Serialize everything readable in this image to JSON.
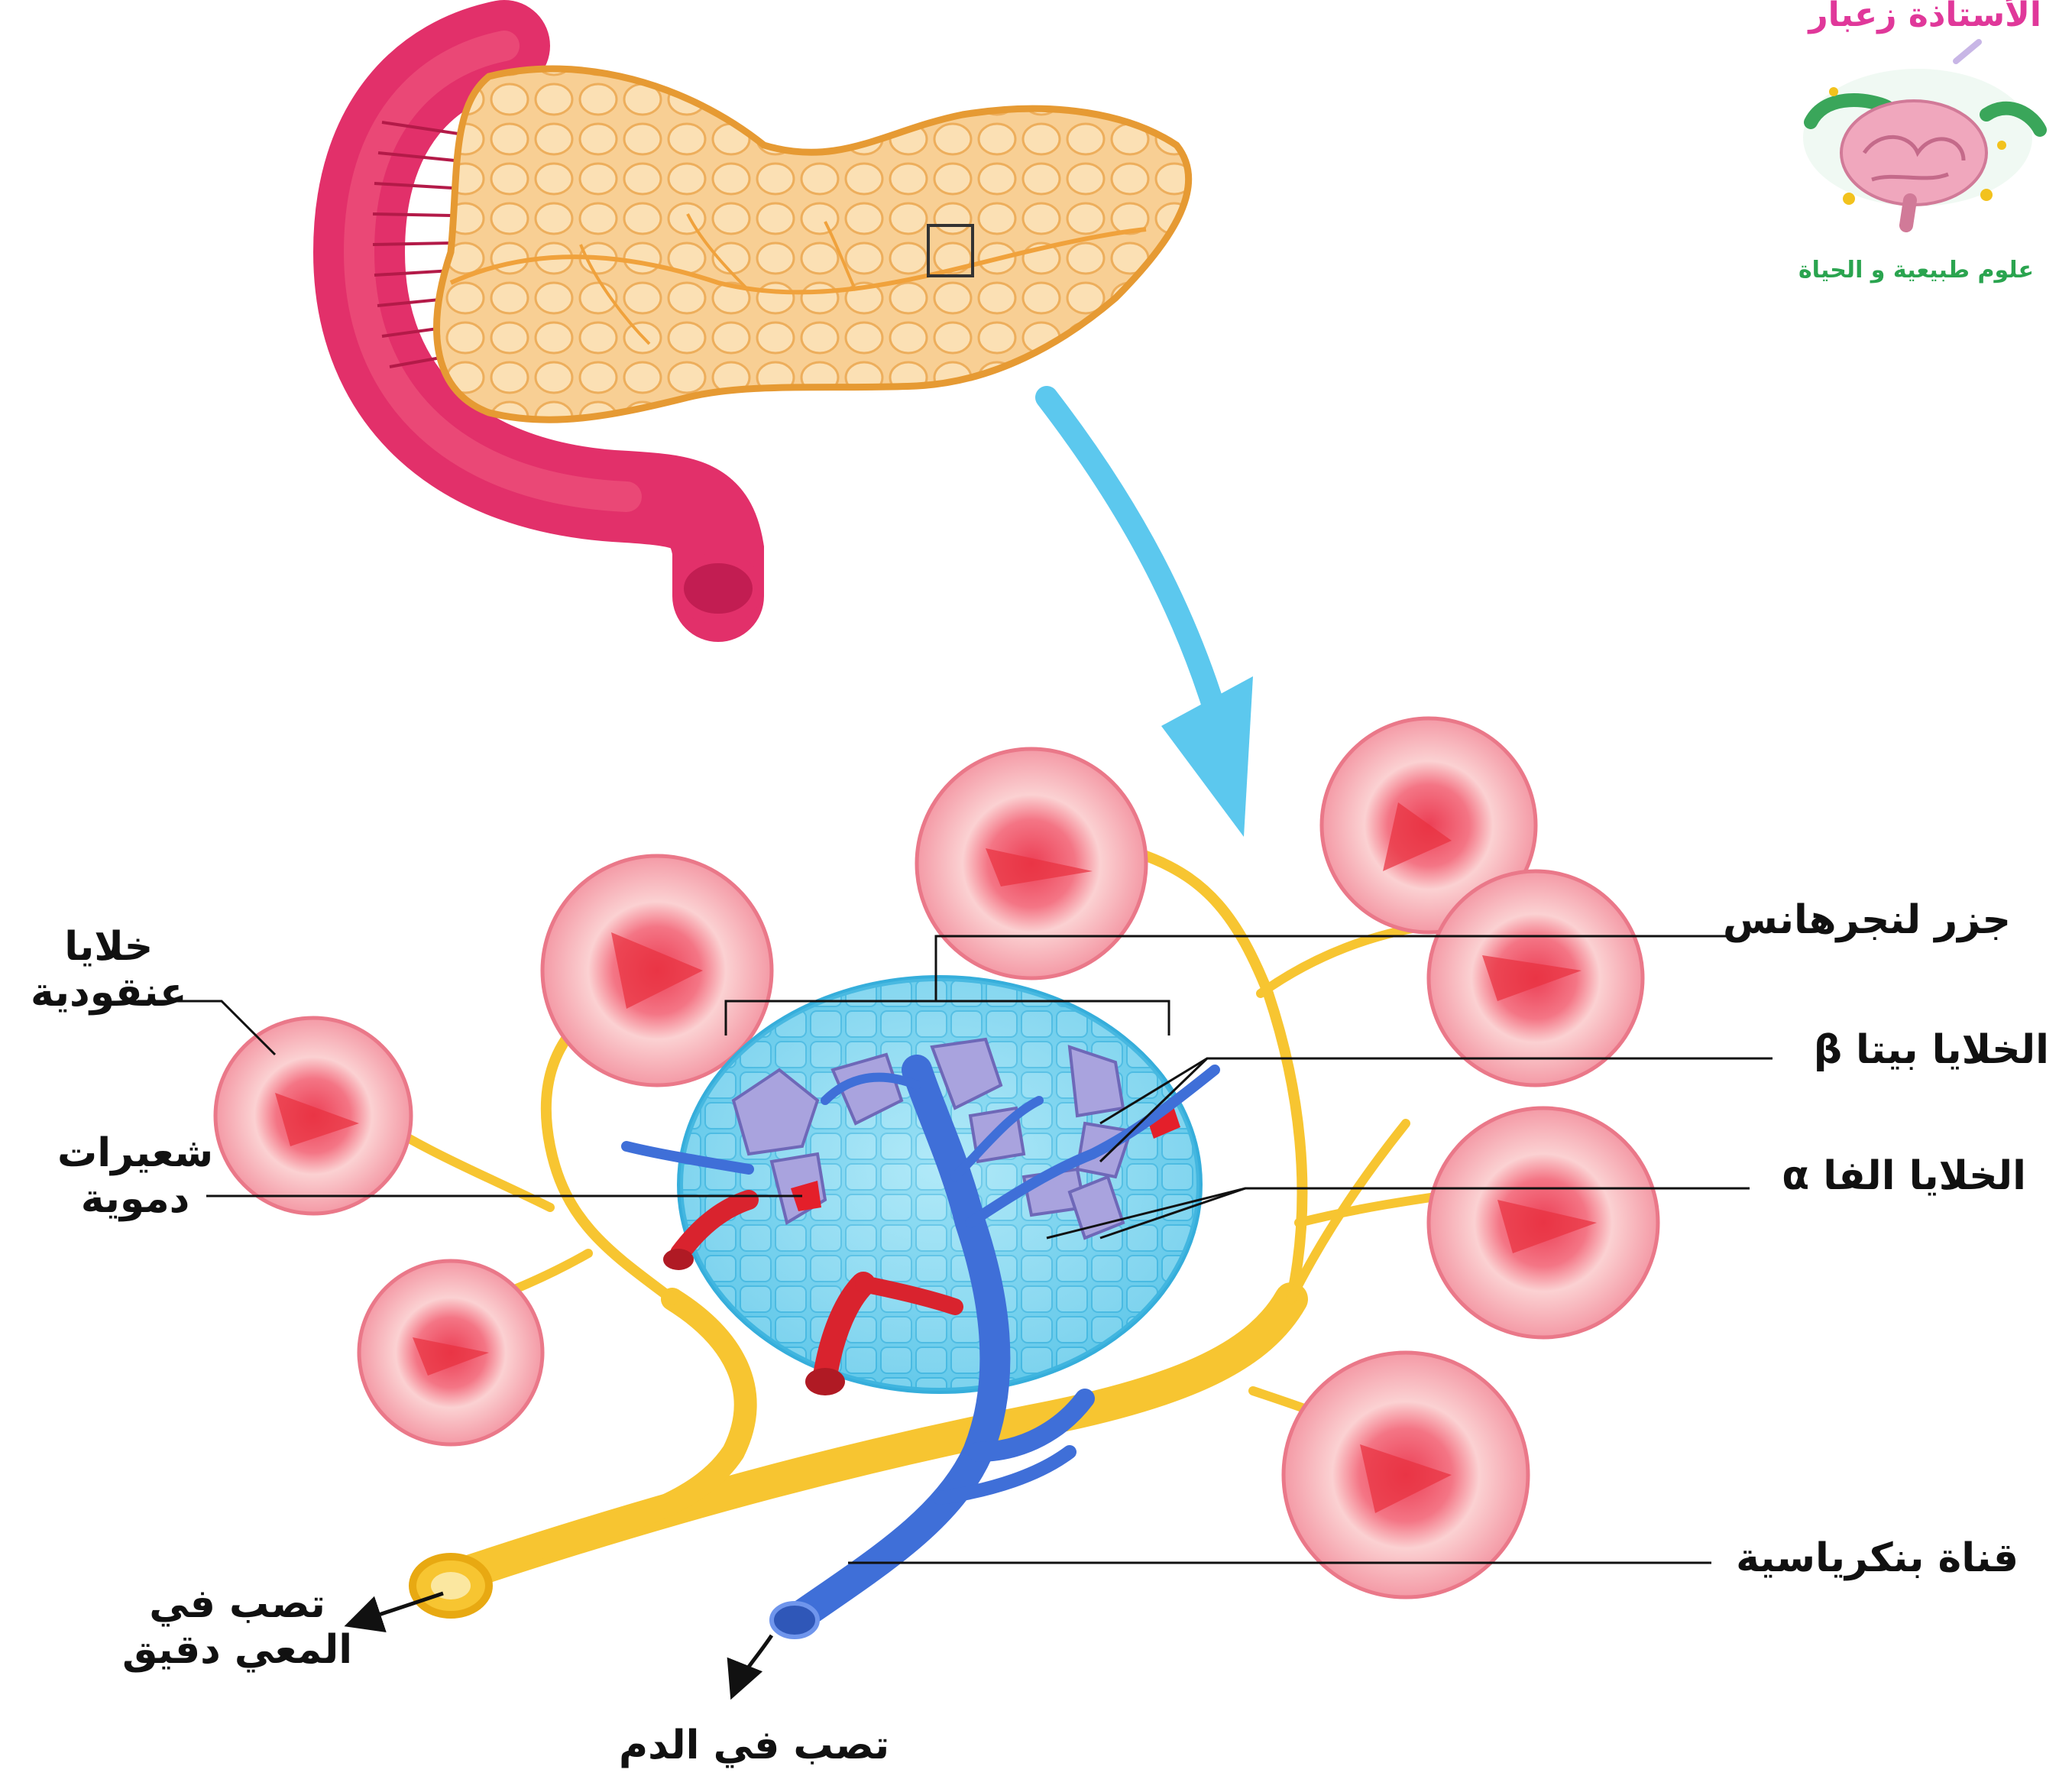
{
  "brand": {
    "title": "الأستاذة زعبار",
    "subtitle": "علوم طبيعية و الحياة",
    "logo_icon": "brain-icon"
  },
  "labels": {
    "acinar_cells_line1": "خلايا",
    "acinar_cells_line2": "عنقودية",
    "capillaries_line1": "شعيرات",
    "capillaries_line2": "دموية",
    "islets": "جزر لنجرهانس",
    "beta_cells": "الخلايا بيتا β",
    "alpha_cells": "الخلايا الفا α",
    "pancreatic_duct": "قناة بنكرياسية",
    "to_intestine_line1": "تصب في",
    "to_intestine_line2": "المعي دقيق",
    "to_blood": "تصب في الدم"
  },
  "colors": {
    "pancreas_fill": "#f8c98a",
    "pancreas_outline": "#e69a33",
    "duodenum": "#e2306a",
    "arrow": "#5cc8ee",
    "islet": "#62c8ea",
    "alpha_cell": "#a9a3de",
    "acinus": "#f49aa6",
    "duct": "#f7c531",
    "vein": "#3f6fd8",
    "artery": "#d9232e",
    "brand_pink": "#e0389a",
    "brand_green": "#2aa44f"
  }
}
